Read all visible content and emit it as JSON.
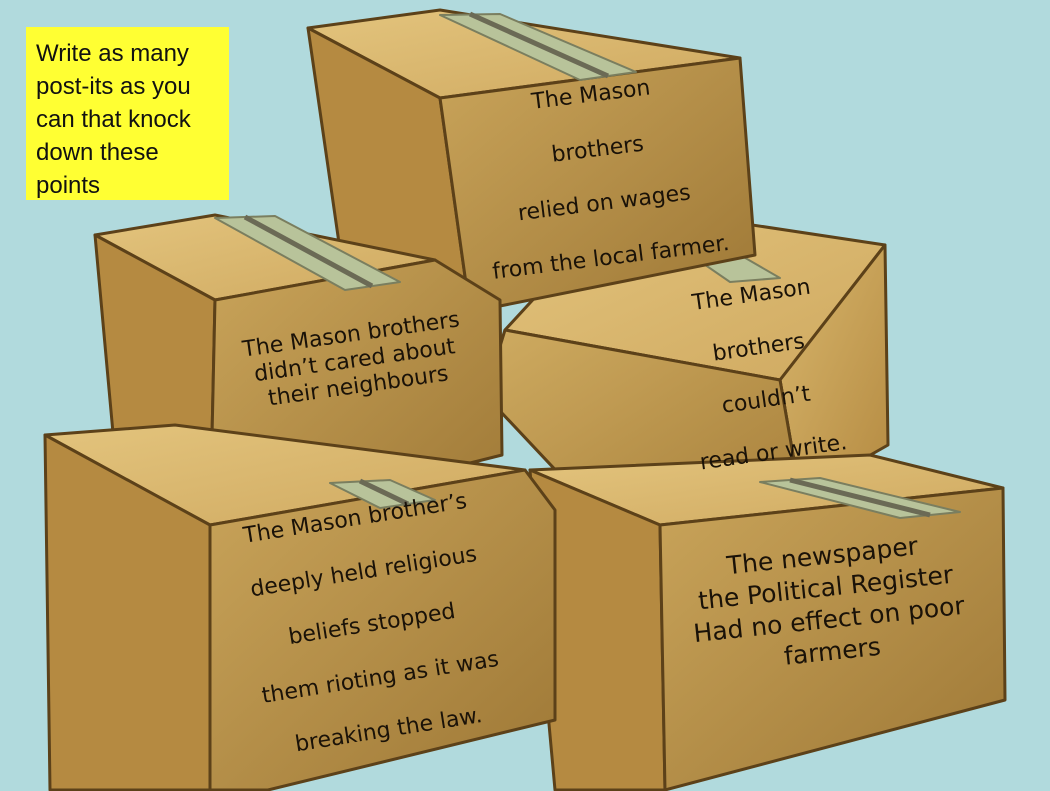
{
  "instruction": {
    "lines": [
      "Write as many",
      "post-its as you",
      "can that knock",
      "down these",
      "points"
    ]
  },
  "boxes": {
    "top": {
      "lines": [
        "The Mason",
        "brothers",
        "relied on wages",
        "from the local farmer."
      ]
    },
    "middle_left": {
      "lines": [
        "The Mason brothers",
        "didn’t cared about",
        "their neighbours"
      ]
    },
    "middle_right": {
      "lines": [
        "The Mason",
        "brothers",
        "couldn’t",
        "read or write."
      ]
    },
    "bottom_left": {
      "lines": [
        "The Mason brother’s",
        "deeply held religious",
        "beliefs stopped",
        "them rioting as it was",
        "breaking the law."
      ]
    },
    "bottom_right": {
      "lines": [
        "The newspaper",
        "the Political Register",
        "Had no effect on poor",
        "farmers"
      ]
    }
  },
  "colors": {
    "background": "#b1dadd",
    "postit": "#ffff33",
    "box_light": "#d7b56a",
    "box_mid": "#c49b4f",
    "box_dark": "#8f6a2f",
    "tape": "#b9c49a"
  }
}
